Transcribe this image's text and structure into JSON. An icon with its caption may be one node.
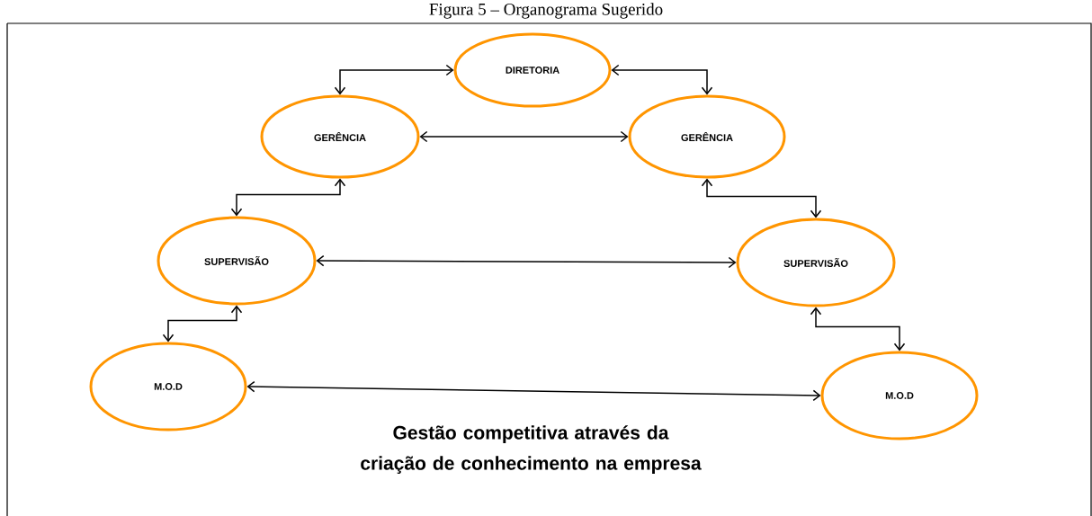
{
  "diagram": {
    "title": "Figura 5 – Organograma Sugerido",
    "nodes": [
      {
        "text": [
          "DIRETORIA"
        ]
      },
      {
        "text": [
          "GERÊNCIA"
        ]
      },
      {
        "text": [
          "GERÊNCIA"
        ]
      },
      {
        "text": [
          "SUPERVISÃO"
        ]
      },
      {
        "text": [
          "SUPERVISÃO"
        ]
      },
      {
        "text": [
          "M.O.D"
        ]
      },
      {
        "text": [
          "M.O.D"
        ]
      }
    ],
    "edges": [
      {
        "from": 0,
        "to": 1,
        "arrow": "both"
      },
      {
        "from": 0,
        "to": 2,
        "arrow": "both"
      },
      {
        "from": 1,
        "to": 2,
        "arrow": "both"
      },
      {
        "from": 1,
        "to": 3,
        "arrow": "both"
      },
      {
        "from": 2,
        "to": 4,
        "arrow": "both"
      },
      {
        "from": 3,
        "to": 4,
        "arrow": "both"
      },
      {
        "from": 3,
        "to": 5,
        "arrow": "both"
      },
      {
        "from": 4,
        "to": 6,
        "arrow": "both"
      },
      {
        "from": 5,
        "to": 6,
        "arrow": "both"
      }
    ],
    "labels": [
      "Gestão competitiva através da criação de conhecimento na empresa"
    ]
  }
}
